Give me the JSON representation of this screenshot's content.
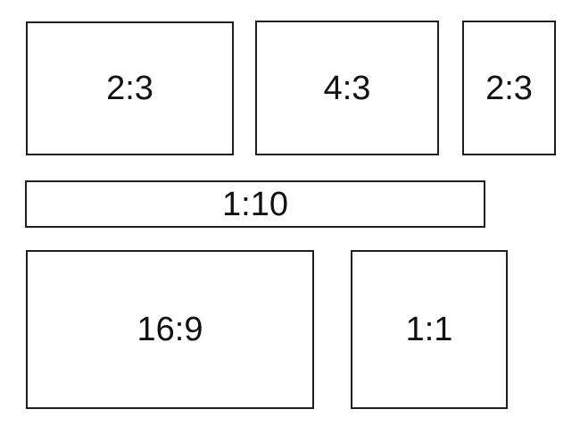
{
  "figure": {
    "boxes": [
      {
        "label": "2:3"
      },
      {
        "label": "4:3"
      },
      {
        "label": "2:3"
      },
      {
        "label": "1:10"
      },
      {
        "label": "16:9"
      },
      {
        "label": "1:1"
      }
    ]
  },
  "colors": {
    "border": "#1f1f1f",
    "text": "#111111",
    "background": "#ffffff"
  }
}
